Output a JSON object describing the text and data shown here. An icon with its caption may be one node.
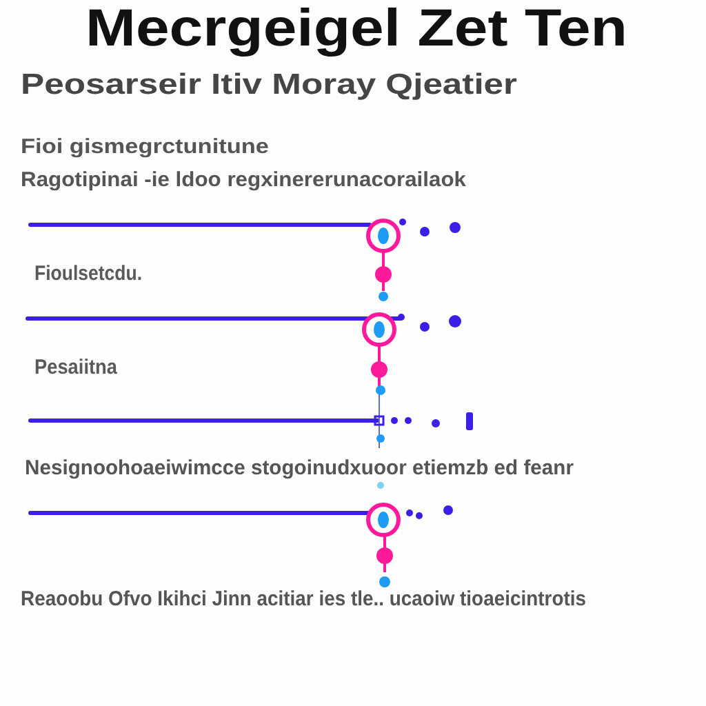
{
  "diagram": {
    "title": "Mecrgeigel Zet Ten",
    "labels": [
      "Peosarseir Itiv Moray Qjeatier",
      "Fioi gismegrctunitune",
      "Ragotipinai -ie ldoo regxinererunacorailaok",
      "Fioulsetcdu.",
      "Pesaiitna",
      "Nesignoohoaeiwimcce stogoinudxuoor etiemzb ed feanr",
      "Reaoobu Ofvo Ikihci Jinn acitiar ies tle.. ucaoiw tioaeicintrotis"
    ]
  }
}
